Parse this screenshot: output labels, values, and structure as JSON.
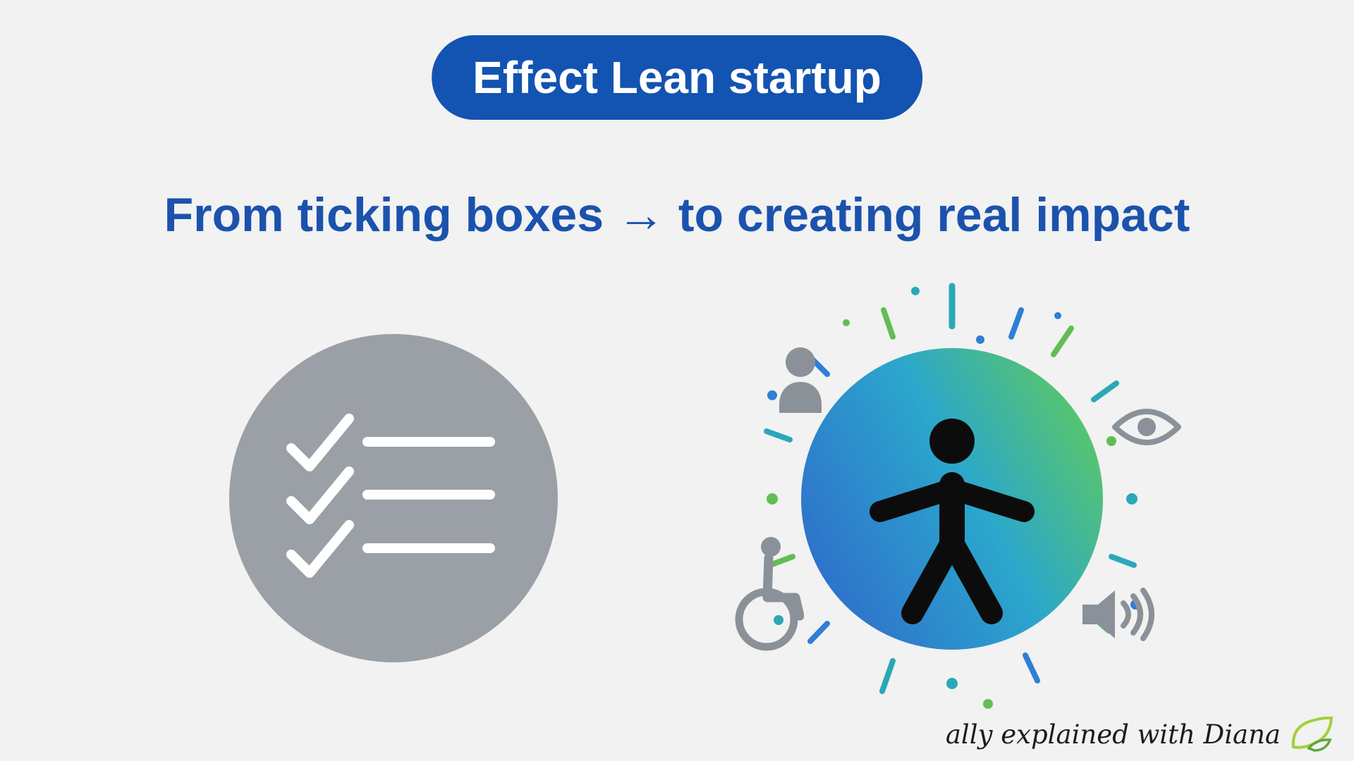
{
  "slide": {
    "badge_label": "Effect Lean startup",
    "heading": "From ticking boxes → to creating real impact",
    "signature": "ally explained with Diana"
  },
  "icons": {
    "left": "checklist-icon",
    "center": "accessibility-icon",
    "satellites": [
      "person-icon",
      "eye-icon",
      "wheelchair-icon",
      "speaker-icon"
    ],
    "logo": "leaf-icon"
  },
  "colors": {
    "background": "#f1f2f1",
    "badge_bg": "#1353b1",
    "badge_text": "#ffffff",
    "heading_text": "#1b52ad",
    "checklist_circle": "#9aa0a5",
    "checklist_marks": "#ffffff",
    "figure_black": "#0c0c0c",
    "grad_blue": "#2f6ecb",
    "grad_teal": "#2ba7cc",
    "grad_green": "#5ec95f",
    "burst_teal": "#2aa8b8",
    "burst_green": "#62bd54",
    "burst_blue": "#2f7fd6",
    "side_icons": "#8b9198",
    "signature_text": "#1c1c1c",
    "leaf_light": "#a4cf3b",
    "leaf_dark": "#5da73c"
  }
}
